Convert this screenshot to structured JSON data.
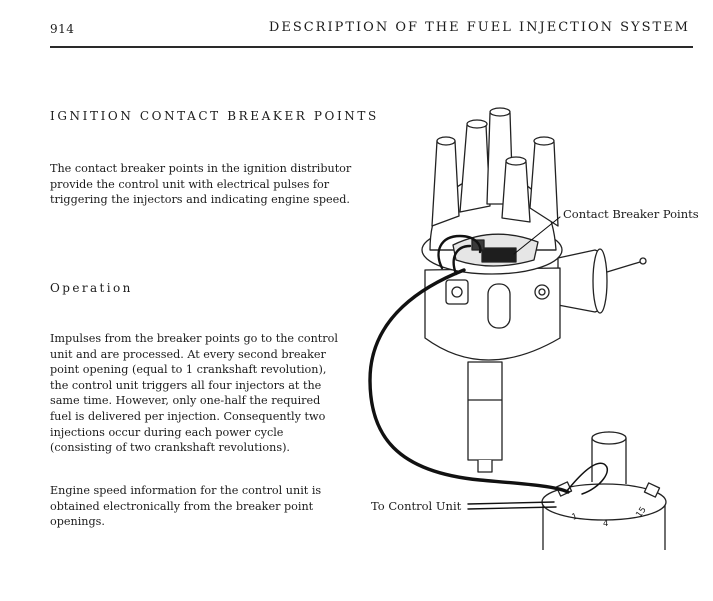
{
  "header": {
    "page_number": "914",
    "running_head": "DESCRIPTION OF THE FUEL INJECTION SYSTEM"
  },
  "section": {
    "heading": "IGNITION CONTACT BREAKER POINTS",
    "intro_lines": [
      "The contact breaker points in the ignition distributor",
      "provide the control unit with electrical pulses for",
      "triggering the injectors and indicating engine speed."
    ],
    "subheading": "Operation",
    "operation_lines": [
      "Impulses from the breaker points go to the control",
      "unit and are processed. At every second breaker",
      "point opening (equal to 1 crankshaft revolution),",
      "the control unit triggers all four injectors at the",
      "same time. However, only one-half the required",
      "fuel is delivered per injection. Consequently two",
      "injections occur during each power cycle",
      "(consisting of two crankshaft revolutions)."
    ],
    "speed_lines": [
      "Engine speed information for the control unit is",
      "obtained electronically from the breaker point",
      "openings."
    ]
  },
  "figure": {
    "callout_breaker": "Contact Breaker Points",
    "callout_control": "To Control Unit",
    "coil_terminals": [
      "1",
      "4",
      "15"
    ]
  }
}
